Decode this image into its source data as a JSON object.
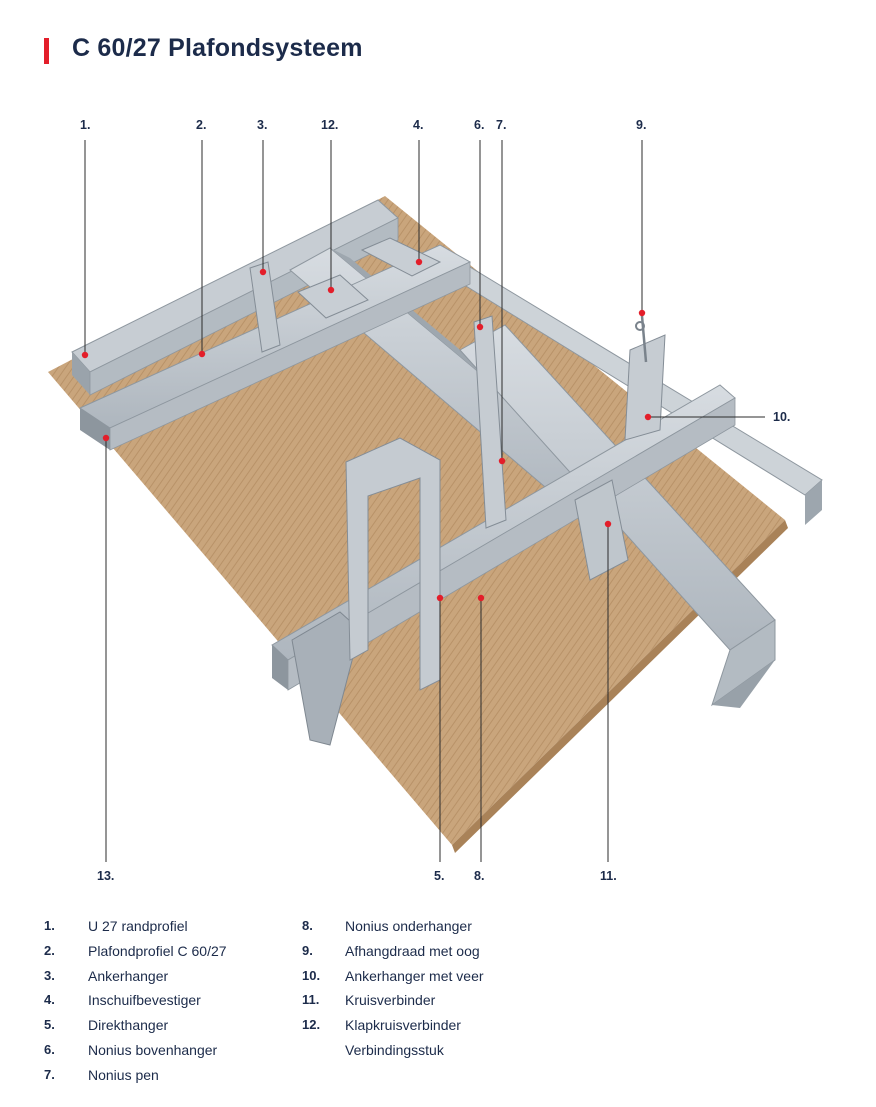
{
  "header": {
    "title": "C 60/27 Plafondsysteem"
  },
  "colors": {
    "accent": "#e31e2a",
    "text": "#1c2b4a",
    "board": "#c9a57c",
    "metal": "#bcc3ca"
  },
  "callouts": [
    "1.",
    "2.",
    "3.",
    "12.",
    "4.",
    "6.",
    "7.",
    "9.",
    "10.",
    "13.",
    "5.",
    "8.",
    "11."
  ],
  "legend": {
    "left": [
      {
        "num": "1.",
        "label": "U 27 randprofiel"
      },
      {
        "num": "2.",
        "label": "Plafondprofiel C 60/27"
      },
      {
        "num": "3.",
        "label": "Ankerhanger"
      },
      {
        "num": "4.",
        "label": "Inschuifbevestiger"
      },
      {
        "num": "5.",
        "label": "Direkthanger"
      },
      {
        "num": "6.",
        "label": "Nonius bovenhanger"
      },
      {
        "num": "7.",
        "label": "Nonius pen"
      }
    ],
    "right": [
      {
        "num": "8.",
        "label": "Nonius onderhanger"
      },
      {
        "num": "9.",
        "label": "Afhangdraad met oog"
      },
      {
        "num": "10.",
        "label": "Ankerhanger met veer"
      },
      {
        "num": "11.",
        "label": "Kruisverbinder"
      },
      {
        "num": "12.",
        "label": "Klapkruisverbinder"
      },
      {
        "num": "",
        "label": "Verbindingsstuk"
      }
    ]
  }
}
